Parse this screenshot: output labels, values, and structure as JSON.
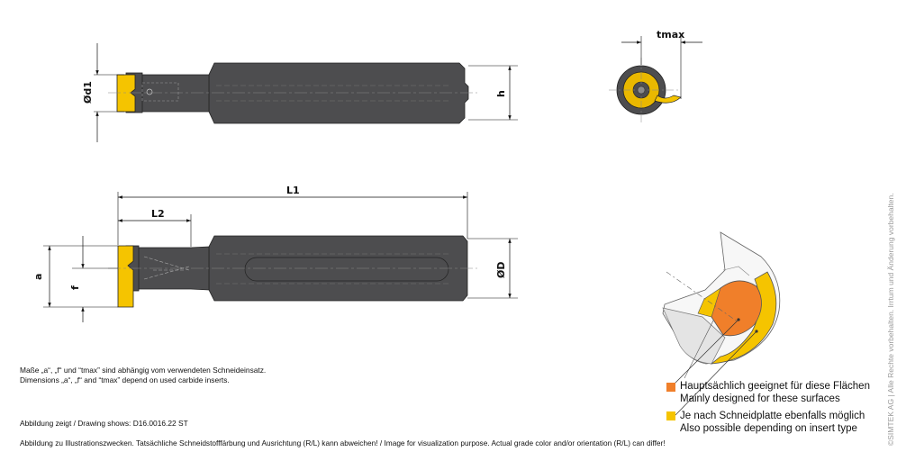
{
  "dimensions": {
    "d1": "Ød1",
    "h": "h",
    "tmax": "tmax",
    "L1": "L1",
    "L2": "L2",
    "D": "ØD",
    "a": "a",
    "f": "f"
  },
  "notes": {
    "line1": "Maße „a“, „f“ und “tmax” sind abhängig vom verwendeten Schneideinsatz.",
    "line2": "Dimensions „a“, „f“ and “tmax” depend on used carbide inserts.",
    "drawing_shows": "Abbildung zeigt / Drawing shows: D16.0016.22 ST"
  },
  "legend": [
    {
      "color": "#f07f2a",
      "line1": "Hauptsächlich geeignet für diese Flächen",
      "line2": "Mainly designed for these surfaces"
    },
    {
      "color": "#f5c400",
      "line1": "Je nach Schneidplatte ebenfalls möglich",
      "line2": "Also possible depending on insert type"
    }
  ],
  "footer": "Abbildung zu Illustrationszwecken. Tatsächliche Schneidstofffärbung und Ausrichtung (R/L) kann abweichen! / Image for visualization purpose. Actual grade color and/or orientation (R/L) can differ!",
  "copyright": "©SIMTEK AG | Alle Rechte vorbehalten. Irrtum und Änderung vorbehalten.",
  "colors": {
    "body": "#4d4d4f",
    "insert": "#f5c400",
    "highlight": "#f07f2a"
  }
}
